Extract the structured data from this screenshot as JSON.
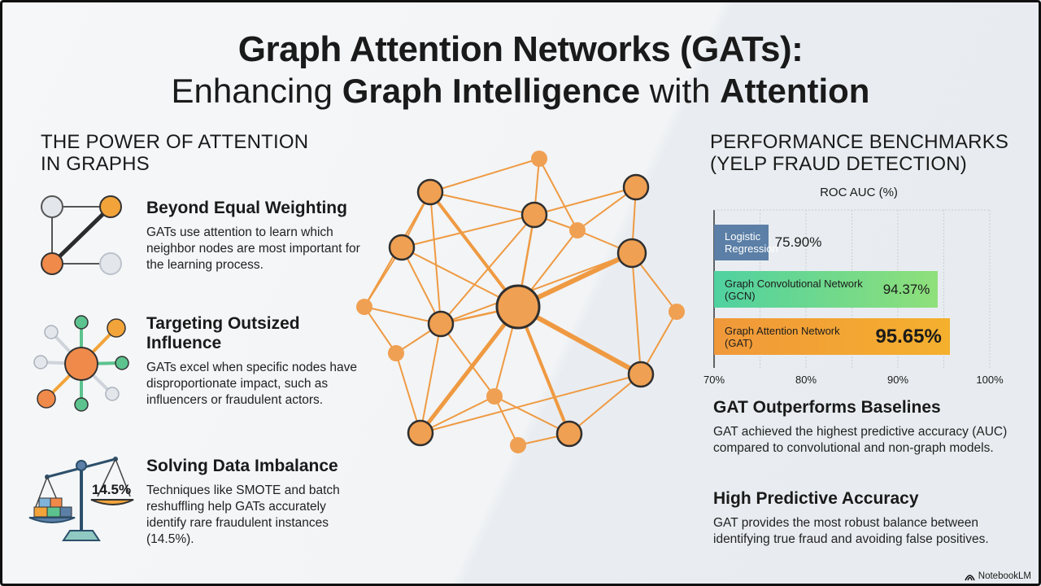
{
  "title": {
    "line1": "Graph Attention Networks (GATs):",
    "line2_part1": "Enhancing ",
    "line2_bold1": "Graph Intelligence",
    "line2_part2": " with ",
    "line2_bold2": "Attention"
  },
  "left": {
    "heading_line1": "THE POWER OF ATTENTION",
    "heading_line2": "IN GRAPHS",
    "items": [
      {
        "title": "Beyond Equal Weighting",
        "text": "GATs use attention to learn which neighbor nodes are most important for the learning process.",
        "icon": "weighted-edge-icon"
      },
      {
        "title": "Targeting Outsized Influence",
        "text": "GATs excel when specific nodes have disproportionate impact, such as influencers or fraudulent actors.",
        "icon": "hub-node-icon"
      },
      {
        "title": "Solving Data Imbalance",
        "text": "Techniques like SMOTE and batch reshuffling help GATs accurately identify rare fraudulent instances (14.5%).",
        "icon": "balance-scale-icon",
        "icon_label": "14.5%"
      }
    ]
  },
  "right": {
    "heading_line1": "PERFORMANCE BENCHMARKS",
    "heading_line2": "(YELP FRAUD DETECTION)",
    "findings": [
      {
        "title": "GAT Outperforms Baselines",
        "text": "GAT achieved the highest predictive accuracy (AUC) compared to convolutional and non-graph models."
      },
      {
        "title": "High Predictive Accuracy",
        "text": "GAT provides the most robust balance between identifying true fraud and avoiding false positives."
      }
    ]
  },
  "chart_data": {
    "type": "bar",
    "orientation": "horizontal",
    "title": "ROC AUC (%)",
    "categories": [
      "Logistic Regression",
      "Graph Convolutional Network (GCN)",
      "Graph Attention Network (GAT)"
    ],
    "values": [
      75.9,
      94.37,
      95.65
    ],
    "value_labels": [
      "75.90%",
      "94.37%",
      "95.65%"
    ],
    "xlim": [
      70,
      100
    ],
    "ticks": [
      "70%",
      "80%",
      "90%",
      "100%"
    ],
    "grid": true,
    "colors": [
      "#5b7fa6",
      "#57d39a",
      "#f29a36"
    ]
  },
  "colors": {
    "node_orange": "#f0a052",
    "node_stroke": "#2f2f2f",
    "edge_orange": "#ef9a42",
    "node_green": "#5cc38e",
    "node_gray": "#dfe3e8"
  },
  "brand": "NotebookLM"
}
